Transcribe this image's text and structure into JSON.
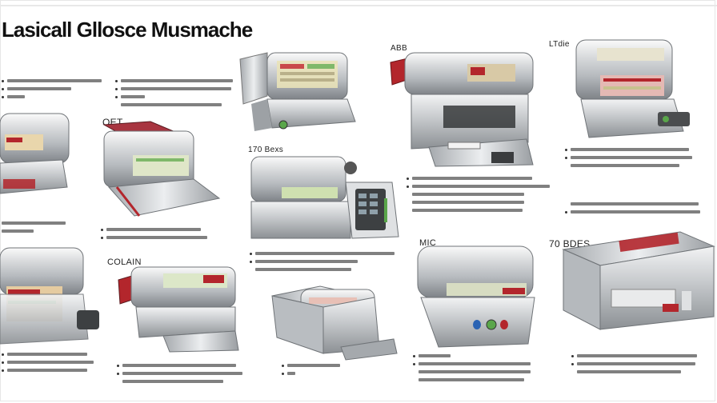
{
  "title": "Lasicall Gllosce Musmache",
  "labels": {
    "l1": "ABB",
    "l2": "LTdie",
    "l3": "OET",
    "l4": "170 Bexs",
    "l5": "COLAIN",
    "l6": "MIC",
    "l7": "70 BDES"
  },
  "colors": {
    "steel": "#c9cbcd",
    "steel_dark": "#8d9093",
    "accent_red": "#b3262c",
    "accent_green": "#5aa64a",
    "text": "#222222"
  }
}
